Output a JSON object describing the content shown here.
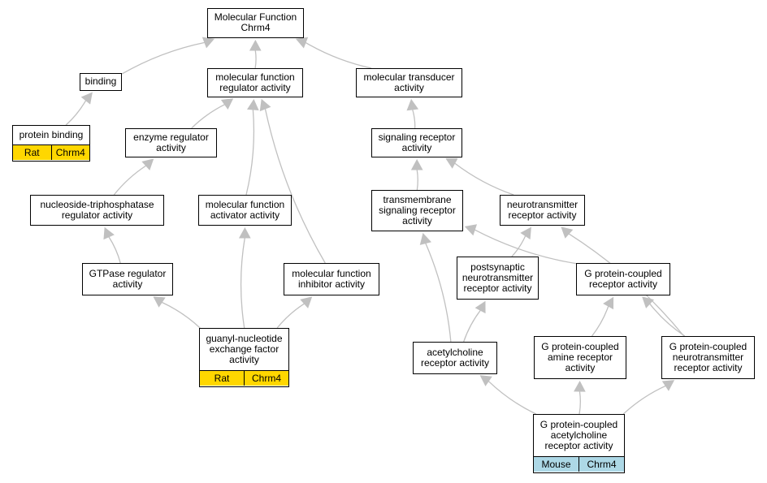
{
  "nodes": {
    "mf_root": {
      "label": "Molecular Function\nChrm4"
    },
    "binding": {
      "label": "binding"
    },
    "mf_regulator": {
      "label": "molecular function\nregulator activity"
    },
    "mol_transducer": {
      "label": "molecular transducer\nactivity"
    },
    "protein_binding": {
      "label": "protein binding",
      "annotation": {
        "species": "Rat",
        "gene": "Chrm4",
        "color": "#ffd700"
      }
    },
    "enzyme_regulator": {
      "label": "enzyme regulator\nactivity"
    },
    "signaling_receptor": {
      "label": "signaling receptor\nactivity"
    },
    "ntpase_regulator": {
      "label": "nucleoside-triphosphatase\nregulator activity"
    },
    "mf_activator": {
      "label": "molecular function\nactivator activity"
    },
    "transmembrane_receptor": {
      "label": "transmembrane\nsignaling receptor\nactivity"
    },
    "nt_receptor": {
      "label": "neurotransmitter\nreceptor activity"
    },
    "gtpase_regulator": {
      "label": "GTPase regulator\nactivity"
    },
    "mf_inhibitor": {
      "label": "molecular function\ninhibitor activity"
    },
    "postsynaptic": {
      "label": "postsynaptic\nneurotransmitter\nreceptor activity"
    },
    "gpcr": {
      "label": "G protein-coupled\nreceptor activity"
    },
    "gef": {
      "label": "guanyl-nucleotide\nexchange factor\nactivity",
      "annotation": {
        "species": "Rat",
        "gene": "Chrm4",
        "color": "#ffd700"
      }
    },
    "ach_receptor": {
      "label": "acetylcholine\nreceptor activity"
    },
    "gpcr_amine": {
      "label": "G protein-coupled\namine receptor\nactivity"
    },
    "gpcr_nt": {
      "label": "G protein-coupled\nneurotransmitter\nreceptor activity"
    },
    "gpcr_ach": {
      "label": "G protein-coupled\nacetylcholine\nreceptor activity",
      "annotation": {
        "species": "Mouse",
        "gene": "Chrm4",
        "color": "#add8e6"
      }
    }
  },
  "edges": [
    {
      "from": "binding",
      "to": "mf_root"
    },
    {
      "from": "mf_regulator",
      "to": "mf_root"
    },
    {
      "from": "mol_transducer",
      "to": "mf_root"
    },
    {
      "from": "protein_binding",
      "to": "binding"
    },
    {
      "from": "enzyme_regulator",
      "to": "mf_regulator"
    },
    {
      "from": "mf_activator",
      "to": "mf_regulator"
    },
    {
      "from": "mf_inhibitor",
      "to": "mf_regulator"
    },
    {
      "from": "signaling_receptor",
      "to": "mol_transducer"
    },
    {
      "from": "ntpase_regulator",
      "to": "enzyme_regulator"
    },
    {
      "from": "transmembrane_receptor",
      "to": "signaling_receptor"
    },
    {
      "from": "nt_receptor",
      "to": "signaling_receptor"
    },
    {
      "from": "gtpase_regulator",
      "to": "ntpase_regulator"
    },
    {
      "from": "gef",
      "to": "mf_activator"
    },
    {
      "from": "gef",
      "to": "gtpase_regulator"
    },
    {
      "from": "gef",
      "to": "mf_inhibitor"
    },
    {
      "from": "postsynaptic",
      "to": "nt_receptor"
    },
    {
      "from": "gpcr",
      "to": "transmembrane_receptor"
    },
    {
      "from": "ach_receptor",
      "to": "transmembrane_receptor"
    },
    {
      "from": "ach_receptor",
      "to": "postsynaptic"
    },
    {
      "from": "gpcr_amine",
      "to": "gpcr"
    },
    {
      "from": "gpcr_nt",
      "to": "gpcr"
    },
    {
      "from": "gpcr_nt",
      "to": "nt_receptor"
    },
    {
      "from": "gpcr_ach",
      "to": "ach_receptor"
    },
    {
      "from": "gpcr_ach",
      "to": "gpcr_amine"
    },
    {
      "from": "gpcr_ach",
      "to": "gpcr_nt"
    }
  ],
  "colors": {
    "edge": "#c0c0c0",
    "border": "#000000",
    "rat": "#ffd700",
    "mouse": "#add8e6"
  }
}
